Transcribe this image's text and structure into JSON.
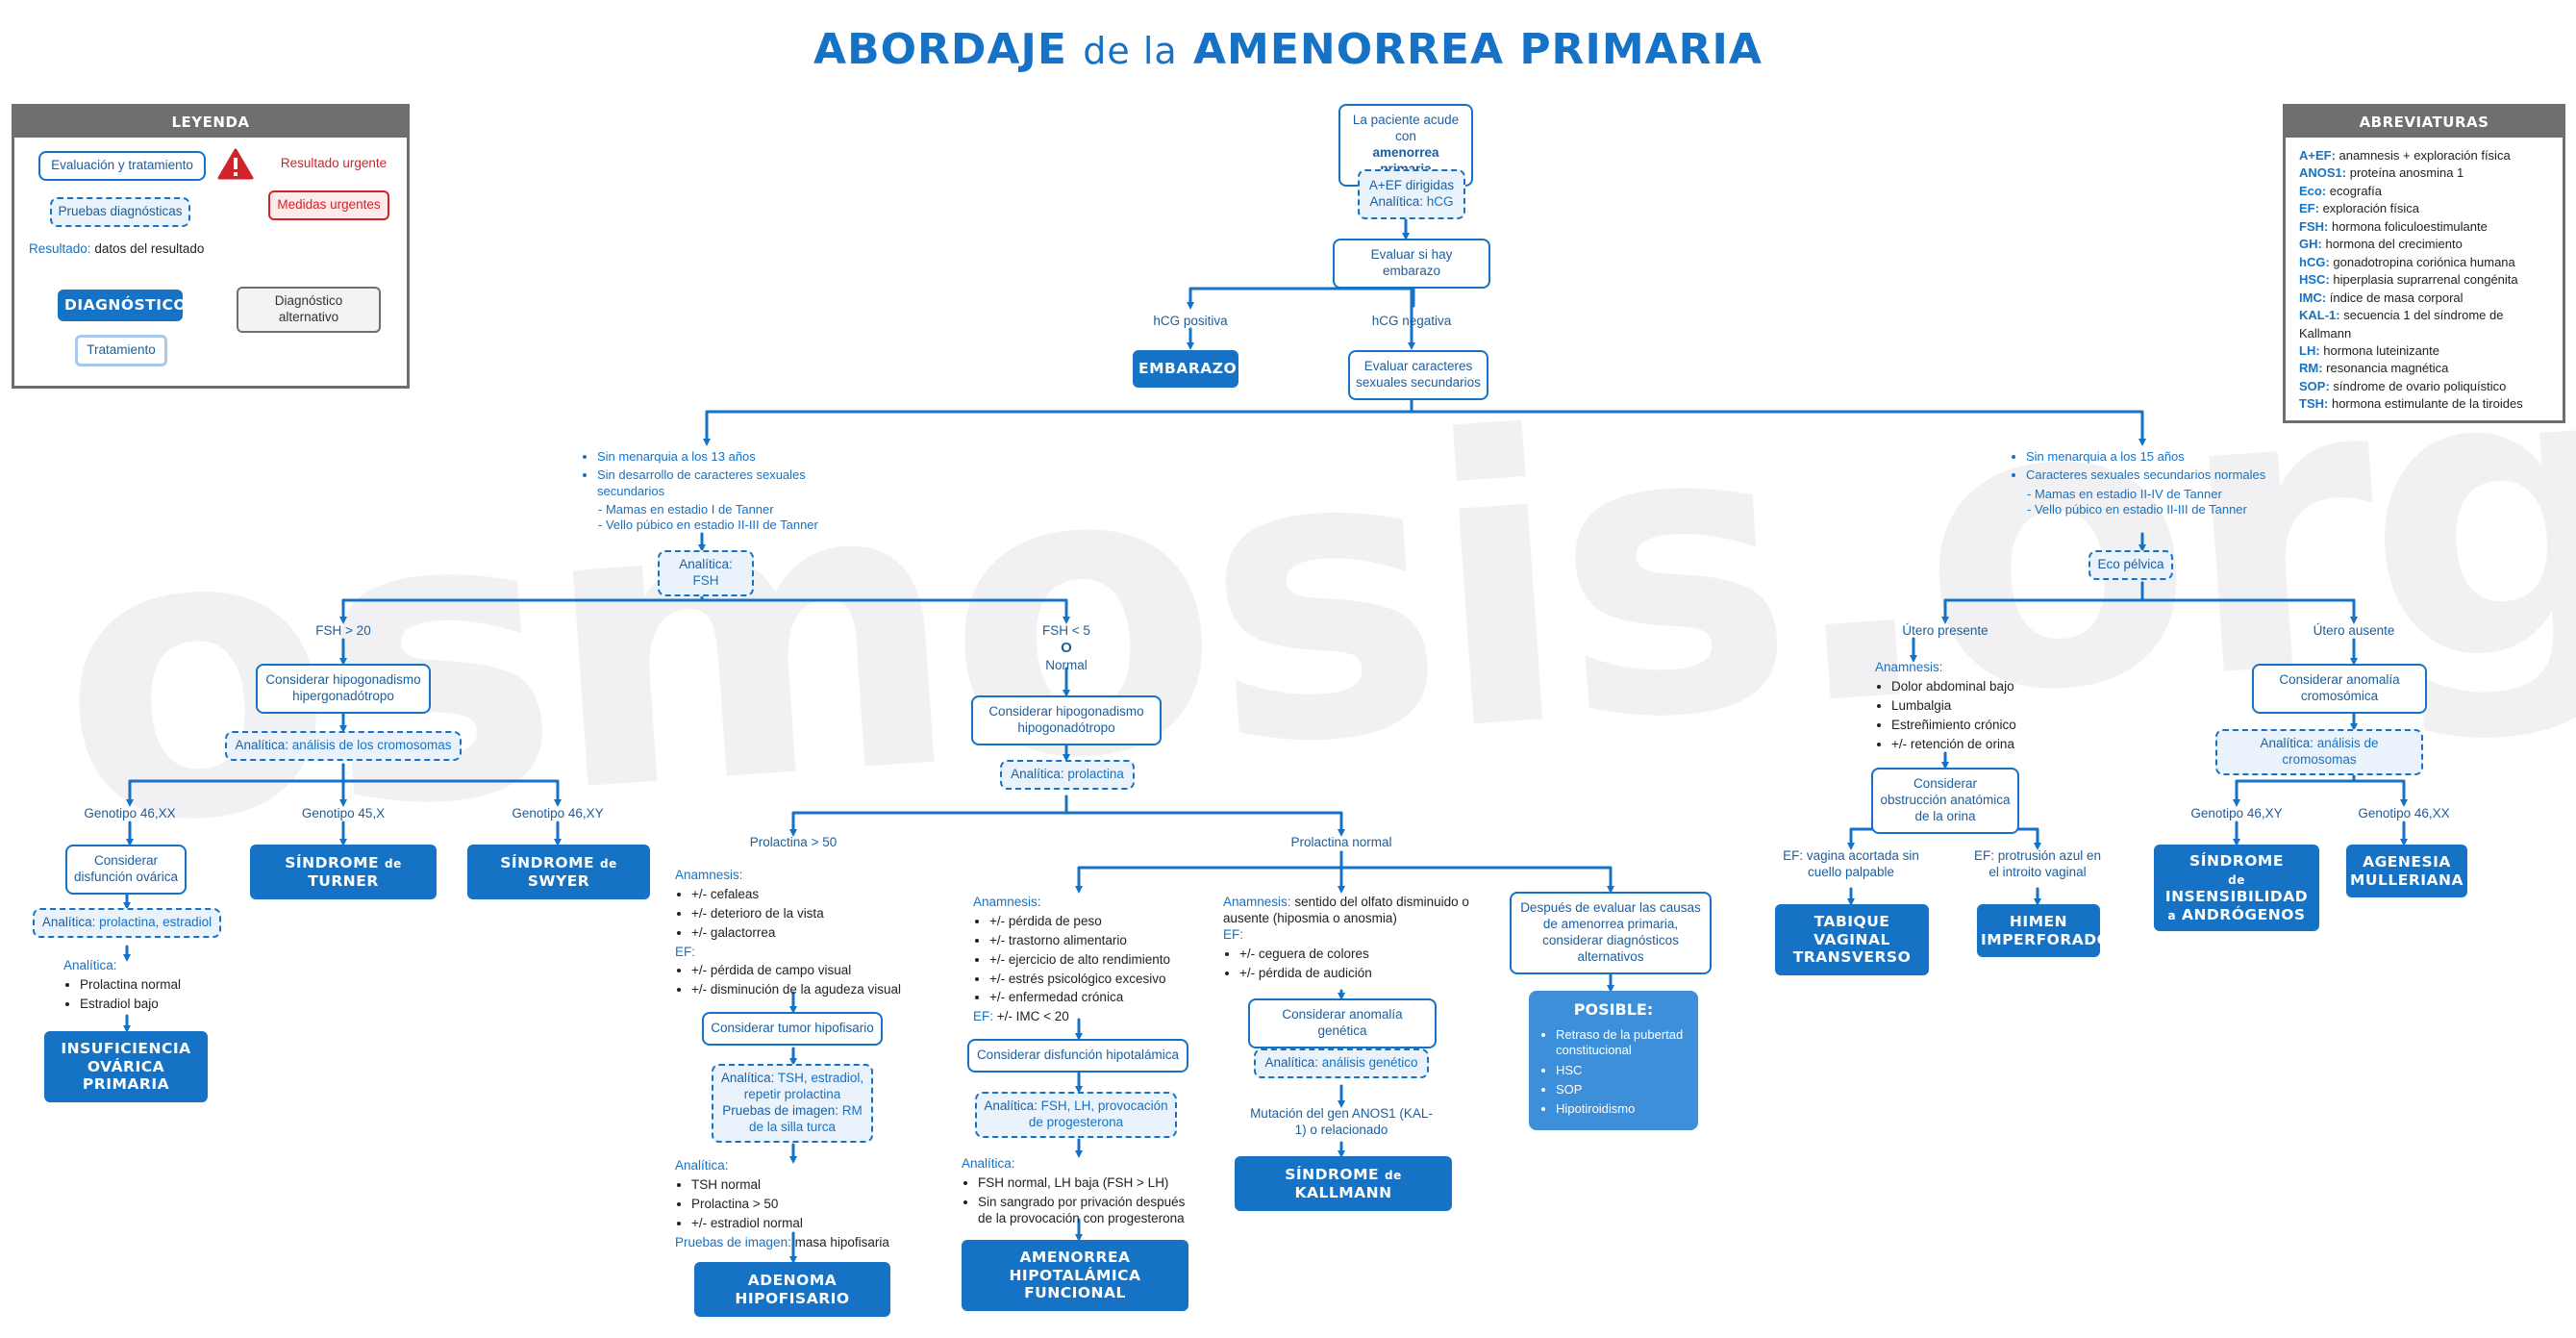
{
  "title": {
    "a": "ABORDAJE",
    "b": "de la",
    "c": "AMENORREA PRIMARIA"
  },
  "watermark": "osmosis.org",
  "legend": {
    "title": "LEYENDA",
    "eval": "Evaluación y tratamiento",
    "urgent": "Resultado urgente",
    "urgent_measures": "Medidas urgentes",
    "tests": "Pruebas diagnósticas",
    "result_k": "Resultado:",
    "result_v": "datos del resultado",
    "diagnosis": "DIAGNÓSTICO",
    "alt": "Diagnóstico alternativo",
    "treatment": "Tratamiento"
  },
  "abbrev": {
    "title": "ABREVIATURAS",
    "items": [
      {
        "k": "A+EF:",
        "v": "anamnesis + exploración física"
      },
      {
        "k": "ANOS1:",
        "v": "proteína anosmina 1"
      },
      {
        "k": "Eco:",
        "v": "ecografía"
      },
      {
        "k": "EF:",
        "v": "exploración física"
      },
      {
        "k": "FSH:",
        "v": "hormona foliculoestimulante"
      },
      {
        "k": "GH:",
        "v": "hormona del crecimiento"
      },
      {
        "k": "hCG:",
        "v": "gonadotropina coriónica humana"
      },
      {
        "k": "HSC:",
        "v": "hiperplasia suprarrenal congénita"
      },
      {
        "k": "IMC:",
        "v": "índice de masa corporal"
      },
      {
        "k": "KAL-1:",
        "v": "secuencia 1 del síndrome de Kallmann"
      },
      {
        "k": "LH:",
        "v": "hormona luteinizante"
      },
      {
        "k": "RM:",
        "v": "resonancia magnética"
      },
      {
        "k": "SOP:",
        "v": "síndrome de ovario poliquístico"
      },
      {
        "k": "TSH:",
        "v": "hormona estimulante de la tiroides"
      }
    ]
  },
  "flow": {
    "start_a": "La paciente acude con",
    "start_b": "amenorrea primaria",
    "aef_k": "A+EF dirigidas",
    "aef_an": "Analítica:",
    "aef_hcg": "hCG",
    "eval_preg": "Evaluar si hay embarazo",
    "hcg_pos": "hCG positiva",
    "hcg_neg": "hCG negativa",
    "pregnancy": "EMBARAZO",
    "eval_sec": "Evaluar caracteres sexuales secundarios",
    "left_crit": [
      "Sin menarquia a los 13 años",
      "Sin desarrollo de caracteres sexuales secundarios"
    ],
    "left_sub": [
      "- Mamas en estadio I de Tanner",
      "- Vello púbico en estadio II-III de Tanner"
    ],
    "right_crit": [
      "Sin menarquia a los 15 años",
      "Caracteres sexuales secundarios normales"
    ],
    "right_sub": [
      "- Mamas en estadio II-IV de Tanner",
      "- Vello púbico en estadio II-III de Tanner"
    ],
    "an_fsh_k": "Analítica:",
    "an_fsh_v": "FSH",
    "eco_pelv": "Eco pélvica",
    "fsh_gt20": "FSH > 20",
    "fsh_lt5": "FSH < 5",
    "o": "O",
    "normal": "Normal",
    "hyper": "Considerar hipogonadismo hipergonadótropo",
    "an_chrom_k": "Analítica:",
    "an_chrom_v": "análisis de los cromosomas",
    "hypo": "Considerar hipogonadismo hipogonadótropo",
    "an_prl_k": "Analítica:",
    "an_prl_v": "prolactina",
    "geno_46xx": "Genotipo 46,XX",
    "geno_45x": "Genotipo 45,X",
    "geno_46xy": "Genotipo 46,XY",
    "ovar_dysf": "Considerar disfunción ovárica",
    "an_ovar_k": "Analítica:",
    "an_ovar_v": "prolactina, estradiol",
    "ovar_res_k": "Analítica:",
    "ovar_res": [
      "Prolactina normal",
      "Estradiol bajo"
    ],
    "dx_ovar": "INSUFICIENCIA OVÁRICA PRIMARIA",
    "dx_turner_a": "SÍNDROME",
    "dx_turner_b": "de",
    "dx_turner_c": "TURNER",
    "dx_swyer_a": "SÍNDROME",
    "dx_swyer_b": "de",
    "dx_swyer_c": "SWYER",
    "prl_gt50": "Prolactina > 50",
    "prl_normal": "Prolactina normal",
    "pit_anam_k": "Anamnesis:",
    "pit_anam": [
      "+/- cefaleas",
      "+/- deterioro de la vista",
      "+/- galactorrea"
    ],
    "pit_ef_k": "EF:",
    "pit_ef": [
      "+/- pérdida de campo visual",
      "+/- disminución de la agudeza visual"
    ],
    "pit_tumor": "Considerar tumor hipofisario",
    "pit_tests_an_k": "Analítica:",
    "pit_tests_an_v": "TSH, estradiol, repetir prolactina",
    "pit_tests_img_k": "Pruebas de imagen:",
    "pit_tests_img_v": "RM de la silla turca",
    "pit_res_an_k": "Analítica:",
    "pit_res": [
      "TSH normal",
      "Prolactina > 50",
      "+/- estradiol normal"
    ],
    "pit_res_img_k": "Pruebas de imagen:",
    "pit_res_img_v": "masa hipofisaria",
    "dx_adenoma": "ADENOMA HIPOFISARIO",
    "hyp_anam_k": "Anamnesis:",
    "hyp_anam": [
      "+/- pérdida de peso",
      "+/- trastorno alimentario",
      "+/- ejercicio de alto rendimiento",
      "+/- estrés psicológico excesivo",
      "+/- enfermedad crónica"
    ],
    "hyp_ef_k": "EF:",
    "hyp_ef_v": "+/- IMC < 20",
    "hyp_dysf": "Considerar disfunción hipotalámica",
    "hyp_tests_k": "Analítica:",
    "hyp_tests_v": "FSH, LH, provocación de progesterona",
    "hyp_res_k": "Analítica:",
    "hyp_res": [
      "FSH normal, LH baja (FSH > LH)",
      "Sin sangrado por privación después de la provocación con progesterona"
    ],
    "dx_hyp": "AMENORREA HIPOTALÁMICA FUNCIONAL",
    "kal_anam_k": "Anamnesis:",
    "kal_anam_v": "sentido del olfato disminuido o ausente (hiposmia o anosmia)",
    "kal_ef_k": "EF:",
    "kal_ef": [
      "+/- ceguera de colores",
      "+/- pérdida de audición"
    ],
    "kal_genetic": "Considerar anomalía genética",
    "kal_an_k": "Analítica:",
    "kal_an_v": "análisis genético",
    "kal_mut": "Mutación del gen ANOS1 (KAL-1) o relacionado",
    "dx_kal_a": "SÍNDROME",
    "dx_kal_b": "de",
    "dx_kal_c": "KALLMANN",
    "after": "Después de evaluar las causas de amenorrea primaria, considerar diagnósticos alternativos",
    "possible_title": "POSIBLE:",
    "possible": [
      "Retraso de la pubertad constitucional",
      "HSC",
      "SOP",
      "Hipotiroidismo"
    ],
    "uterus_present": "Útero presente",
    "uterus_absent": "Útero ausente",
    "up_anam_k": "Anamnesis:",
    "up_anam": [
      "Dolor abdominal bajo",
      "Lumbalgia",
      "Estreñimiento crónico",
      "+/- retención de orina"
    ],
    "obstr": "Considerar obstrucción anatómica de la orina",
    "tv_ef_k": "EF:",
    "tv_ef_v": "vagina acortada sin cuello palpable",
    "hi_ef_k": "EF:",
    "hi_ef_v": "protrusión azul en el introito vaginal",
    "dx_tabique": "TABIQUE VAGINAL TRANSVERSO",
    "dx_himen": "HIMEN IMPERFORADO",
    "chrom_anom": "Considerar anomalía cromosómica",
    "an_chrom2_k": "Analítica:",
    "an_chrom2_v": "análisis de cromosomas",
    "geno_46xy_r": "Genotipo 46,XY",
    "geno_46xx_r": "Genotipo 46,XX",
    "dx_ais_a": "SÍNDROME",
    "dx_ais_b": "de",
    "dx_ais_c": "INSENSIBILIDAD",
    "dx_ais_d": "a",
    "dx_ais_e": "ANDRÓGENOS",
    "dx_agen": "AGENESIA MULLERIANA"
  },
  "colors": {
    "primary": "#1572c4",
    "text": "#1b5e9e",
    "urgent": "#d2232a",
    "grey": "#6f6f6f",
    "possible": "#3d8fd9"
  }
}
